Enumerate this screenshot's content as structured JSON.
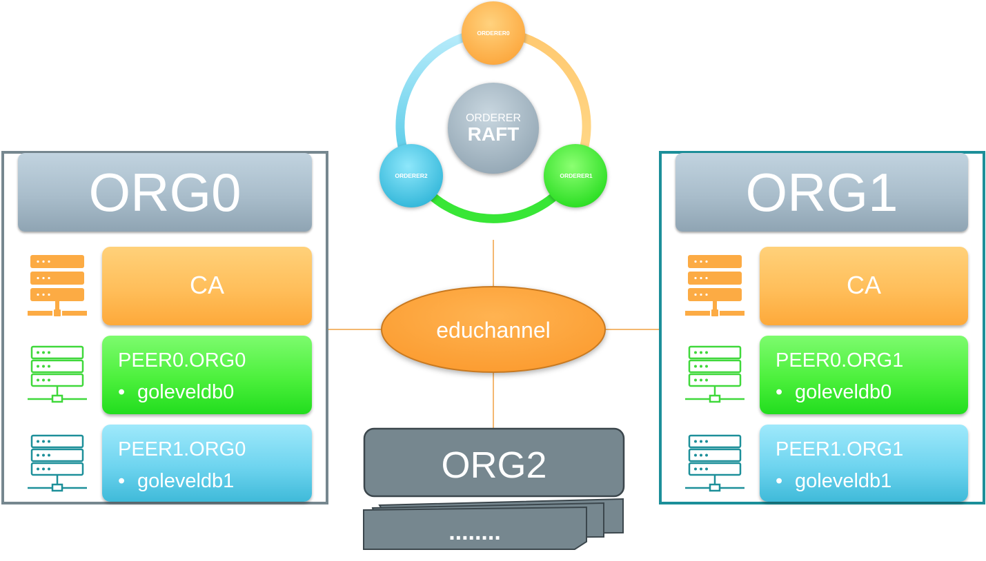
{
  "orderer": {
    "center_line1": "ORDERER",
    "center_line2": "RAFT",
    "nodes": [
      "ORDERER0",
      "ORDERER1",
      "ORDERER2"
    ]
  },
  "channel": {
    "label": "educhannel"
  },
  "org0": {
    "title": "ORG0",
    "ca_label": "CA",
    "peer0": {
      "name": "PEER0.ORG0",
      "db": "goleveldb0"
    },
    "peer1": {
      "name": "PEER1.ORG0",
      "db": "goleveldb1"
    }
  },
  "org1": {
    "title": "ORG1",
    "ca_label": "CA",
    "peer0": {
      "name": "PEER0.ORG1",
      "db": "goleveldb0"
    },
    "peer1": {
      "name": "PEER1.ORG1",
      "db": "goleveldb1"
    }
  },
  "org2": {
    "title": "ORG2",
    "more_label": "........"
  },
  "bullet": "•",
  "icons": {
    "ca_server": "server-stack-icon",
    "peer0_server": "server-stack-icon",
    "peer1_server": "server-stack-icon"
  },
  "colors": {
    "orange": "#fdaa3e",
    "green": "#3fea32",
    "cyan": "#5fcde9",
    "slate": "#76878f",
    "teal": "#1c8f99"
  }
}
